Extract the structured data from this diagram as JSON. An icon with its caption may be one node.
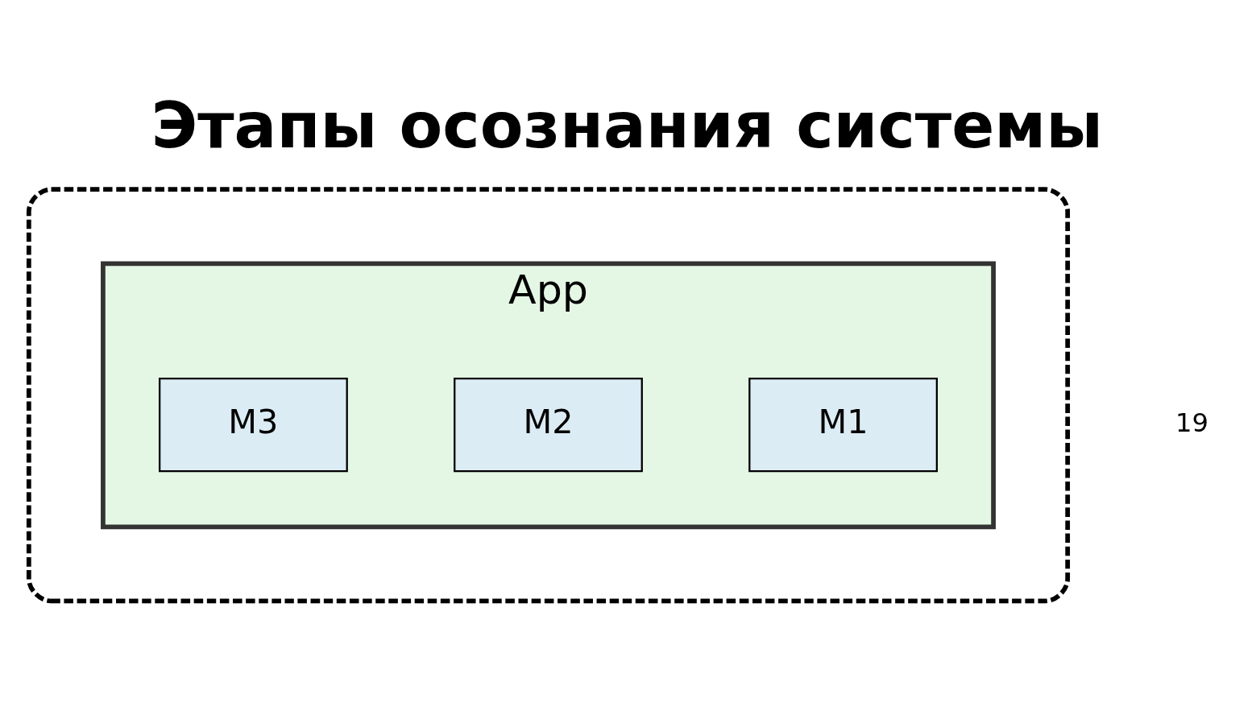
{
  "diagram": {
    "title": "Этапы осознания системы",
    "nodes": [
      {
        "text": [],
        "shape": "box"
      },
      {
        "text": [
          "App"
        ],
        "in": 0
      },
      {
        "text": [
          "M1"
        ],
        "in": 1
      },
      {
        "text": [
          "M2"
        ],
        "in": 1
      },
      {
        "text": [
          "M3"
        ],
        "in": 1
      }
    ],
    "edges": [],
    "labels": [
      "19"
    ]
  }
}
